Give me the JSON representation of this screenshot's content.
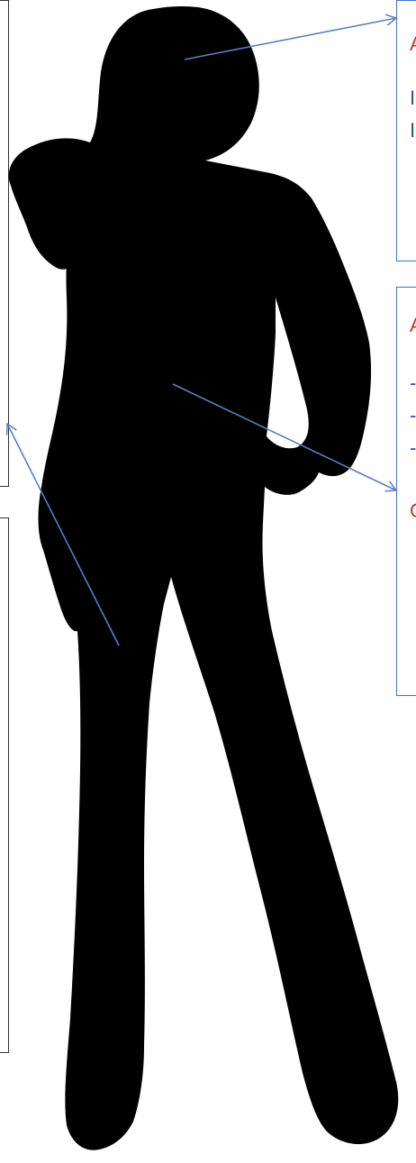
{
  "figure": {
    "subject": "woman-silhouette",
    "colors": {
      "silhouette": "#000000",
      "arrow": "#5b7fbf",
      "callout_border_right": "#4472c4",
      "callout_border_left": "#333333",
      "clipped_text_red": "#c0392b",
      "clipped_text_blue": "#2f5597"
    }
  },
  "callouts": {
    "right_top": {
      "fragments": [
        "A",
        "I",
        "I"
      ]
    },
    "right_mid": {
      "fragments": [
        "A",
        "-",
        "-",
        "-",
        "C"
      ]
    }
  }
}
